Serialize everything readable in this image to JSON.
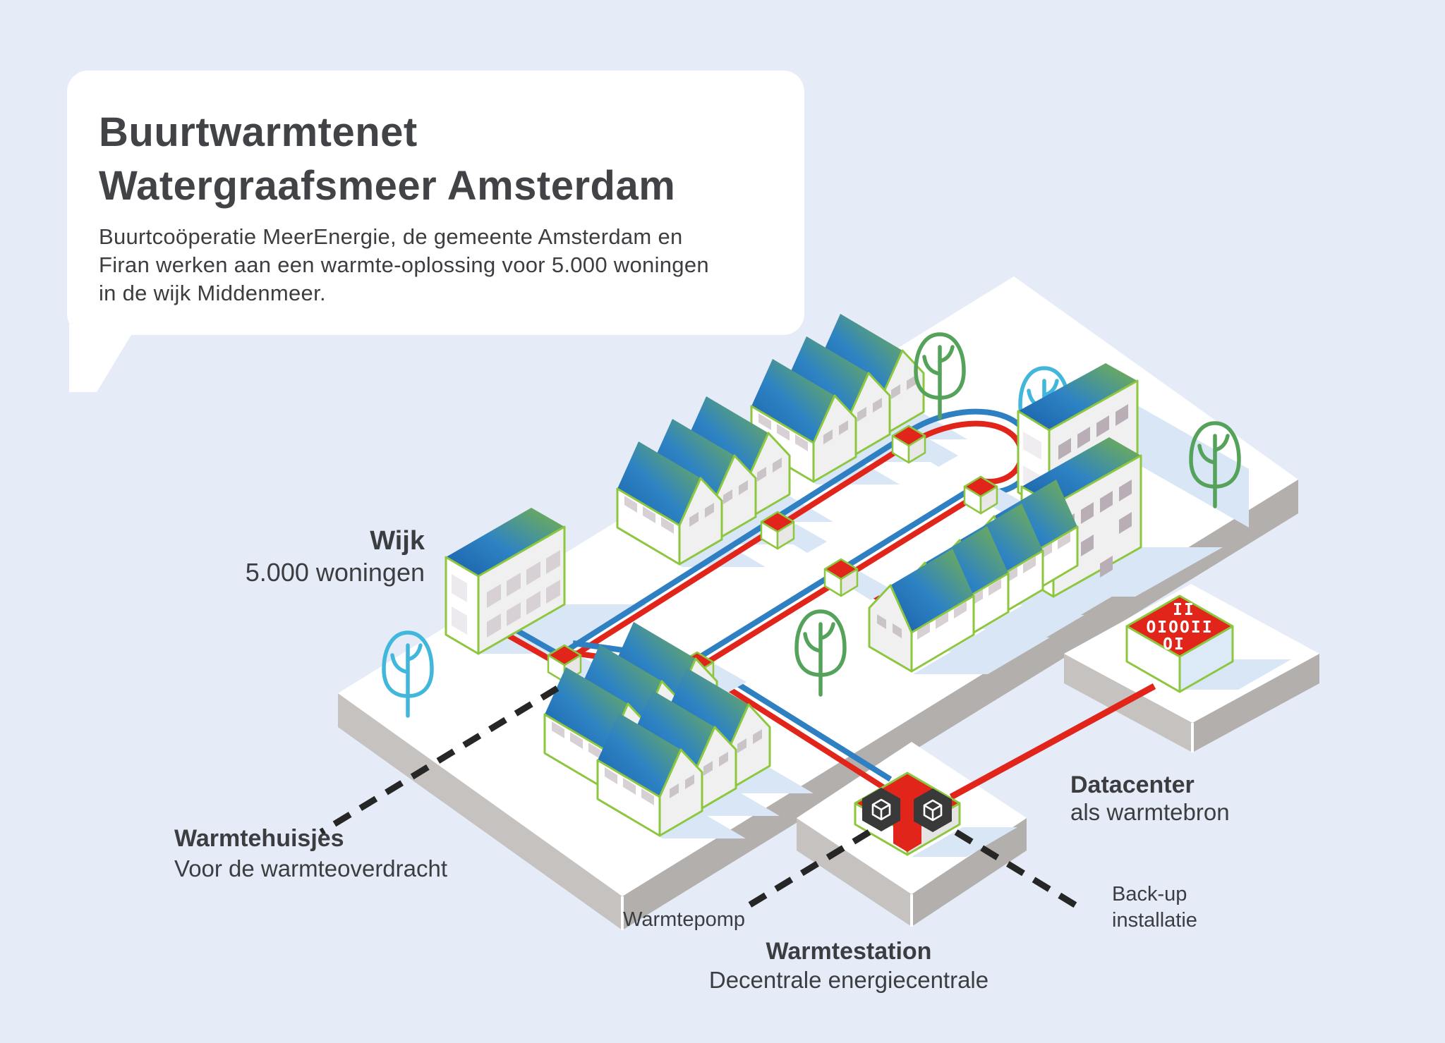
{
  "bubble": {
    "title_line1": "Buurtwarmtenet",
    "title_line2": "Watergraafsmeer Amsterdam",
    "body_line1": "Buurtcoöperatie MeerEnergie, de gemeente Amsterdam en",
    "body_line2": "Firan werken aan een warmte-oplossing voor 5.000 woningen",
    "body_line3": "in de wijk Middenmeer."
  },
  "diagram": {
    "wijk": {
      "title": "Wijk",
      "subtitle": "5.000 woningen"
    },
    "warmtehuisjes": {
      "title": "Warmtehuisjes",
      "subtitle": "Voor de warmteoverdracht"
    },
    "warmtepomp": {
      "label": "Warmtepomp"
    },
    "warmtestation": {
      "title": "Warmtestation",
      "subtitle": "Decentrale energiecentrale"
    },
    "backup": {
      "line1": "Back-up",
      "line2": "installatie"
    },
    "datacenter": {
      "title": "Datacenter",
      "subtitle": "als warmtebron",
      "binary_rows": {
        "r1": "II",
        "r2": "OIOOII",
        "r3": "OI"
      }
    }
  },
  "colors": {
    "background": "#e5ebf7",
    "bubble": "#ffffff",
    "text": "#3b3d40",
    "pipe_red": "#e1251b",
    "pipe_blue": "#2e80c3",
    "outline_green": "#8dc63f",
    "roof_blue": "#1a5fa9",
    "roof_green": "#79b347",
    "platform_top": "#ffffff",
    "platform_side_dark": "#b3afac",
    "platform_side_light": "#c6c2bf",
    "shadow_blue": "#d9e6f6",
    "hexagon_dark": "#393939",
    "tree_green": "#55a25b",
    "tree_cyan": "#41b7dc"
  }
}
